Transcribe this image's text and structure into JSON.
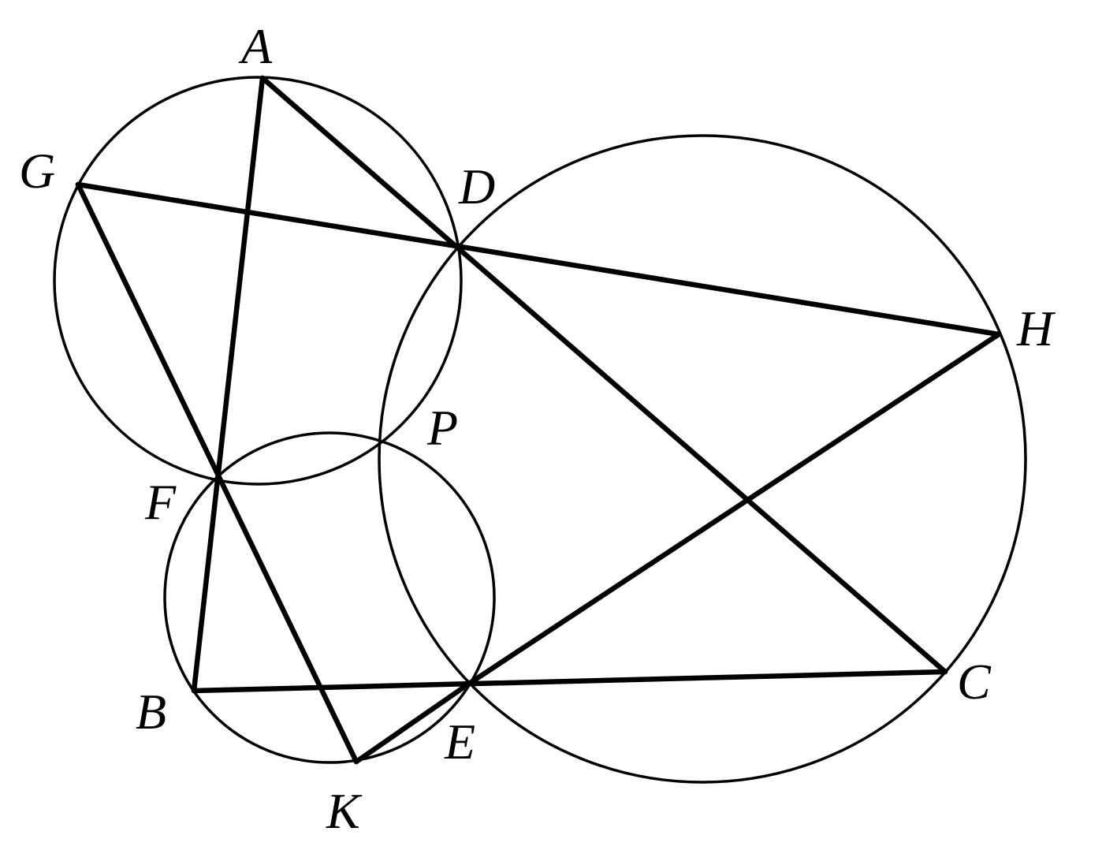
{
  "points": [
    {
      "id": "A",
      "label": "A"
    },
    {
      "id": "B",
      "label": "B"
    },
    {
      "id": "C",
      "label": "C"
    },
    {
      "id": "D",
      "label": "D"
    },
    {
      "id": "E",
      "label": "E"
    },
    {
      "id": "F",
      "label": "F"
    },
    {
      "id": "G",
      "label": "G"
    },
    {
      "id": "H",
      "label": "H"
    },
    {
      "id": "K",
      "label": "K"
    },
    {
      "id": "P",
      "label": "P"
    }
  ],
  "circles": [
    {
      "id": "circle-adf",
      "through": [
        "A",
        "D",
        "P",
        "F",
        "G"
      ]
    },
    {
      "id": "circle-bfe",
      "through": [
        "F",
        "P",
        "E",
        "B",
        "K"
      ]
    },
    {
      "id": "circle-dce",
      "through": [
        "D",
        "H",
        "C",
        "E",
        "P"
      ]
    }
  ],
  "segments": [
    [
      "A",
      "B"
    ],
    [
      "A",
      "C"
    ],
    [
      "B",
      "C"
    ],
    [
      "G",
      "H"
    ],
    [
      "G",
      "K"
    ],
    [
      "K",
      "E"
    ],
    [
      "E",
      "H"
    ]
  ],
  "style": {
    "stroke": "#000000",
    "background": "#ffffff"
  }
}
